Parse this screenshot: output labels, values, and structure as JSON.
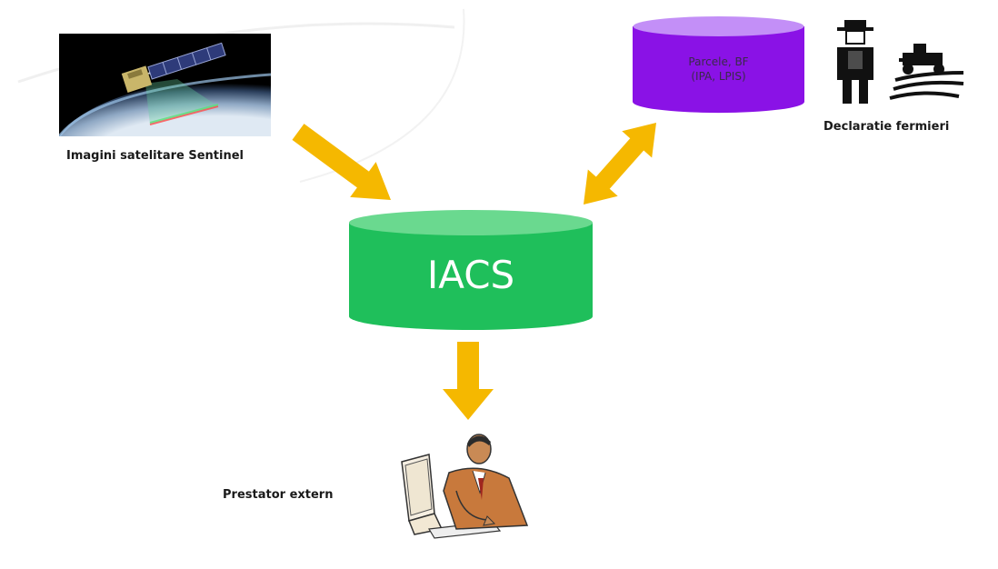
{
  "nodes": {
    "satellite": {
      "label": "Imagini satelitare Sentinel"
    },
    "iacs": {
      "label": "IACS"
    },
    "parcels": {
      "label_line1": "Parcele, BF",
      "label_line2": "(IPA, LPIS)"
    },
    "farmers": {
      "label": "Declaratie fermieri"
    },
    "provider": {
      "label": "Prestator extern"
    }
  },
  "colors": {
    "arrow": "#f5b800",
    "iacs_body": "#1fbf5b",
    "iacs_top": "#6ad98f",
    "parcels_body": "#8a12e6",
    "parcels_top": "#c38ff7"
  }
}
